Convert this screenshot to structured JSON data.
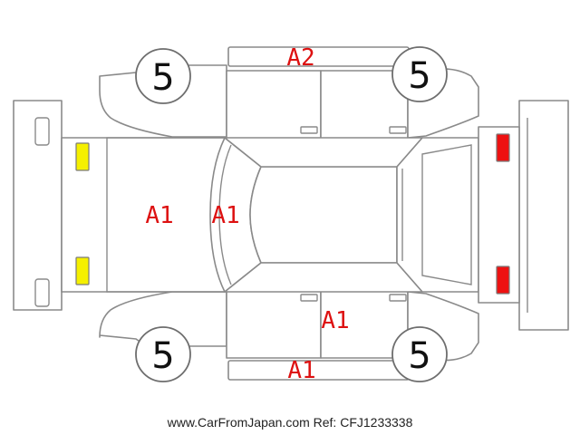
{
  "colors": {
    "mark_text": "#dd1111",
    "yellow_light": "#f5f000",
    "red_light": "#ee1111",
    "outline": "#8a8a8a"
  },
  "wheels": {
    "front_left": "5",
    "rear_left": "5",
    "front_right": "5",
    "rear_right": "5"
  },
  "marks": {
    "hood": "A1",
    "windshield": "A1",
    "left_side_top": "A2",
    "right_rear_door": "A1",
    "right_side_bottom": "A1"
  },
  "footer": "www.CarFromJapan.com Ref: CFJ1233338"
}
